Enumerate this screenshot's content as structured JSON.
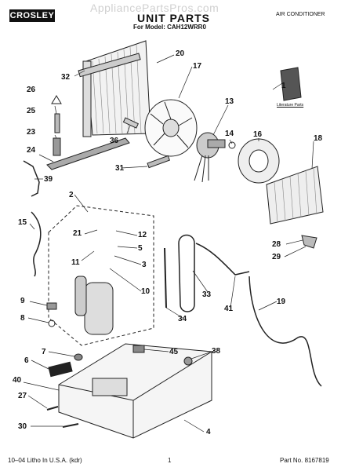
{
  "header": {
    "brand": "CROSLEY",
    "watermark": "AppliancePartsPros.com",
    "title": "UNIT PARTS",
    "model": "For Model: CAH12WRR0",
    "product": "AIR CONDITIONER"
  },
  "literature_label": "Literature Parts",
  "callouts": [
    "1",
    "2",
    "3",
    "4",
    "5",
    "6",
    "7",
    "8",
    "9",
    "10",
    "11",
    "12",
    "13",
    "14",
    "15",
    "16",
    "17",
    "18",
    "19",
    "20",
    "21",
    "23",
    "24",
    "25",
    "26",
    "27",
    "28",
    "29",
    "30",
    "31",
    "32",
    "33",
    "34",
    "36",
    "38",
    "39",
    "40",
    "41",
    "45"
  ],
  "footer": {
    "left": "10–04 Litho In U.S.A. (kdr)",
    "center": "1",
    "right": "Part No. 8167819"
  }
}
